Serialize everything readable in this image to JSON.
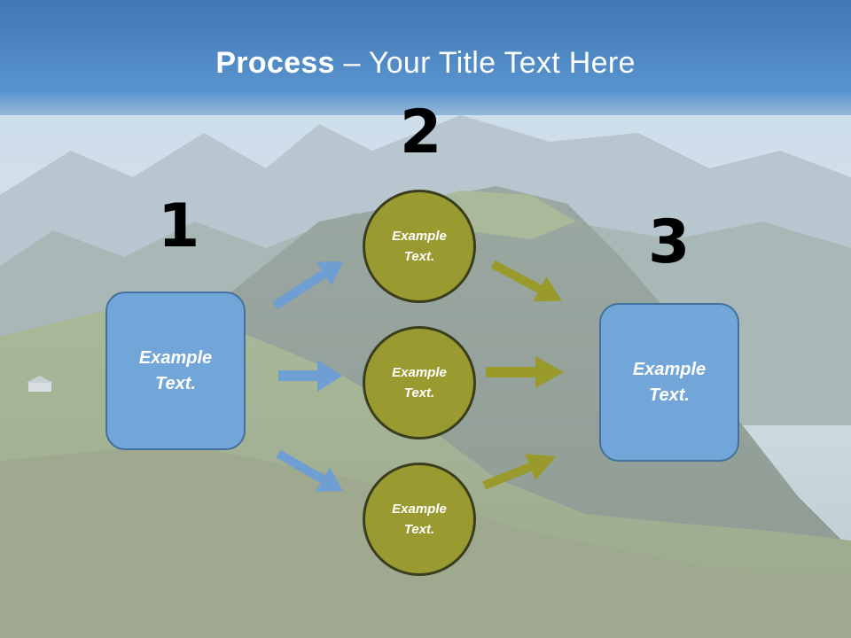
{
  "header": {
    "title_bold": "Process",
    "title_rest": " – Your Title Text Here"
  },
  "steps": {
    "one": "1",
    "two": "2",
    "three": "3"
  },
  "nodes": {
    "left_box": [
      "Example",
      "Text."
    ],
    "circle_top": [
      "Example",
      "Text."
    ],
    "circle_middle": [
      "Example",
      "Text."
    ],
    "circle_bottom": [
      "Example",
      "Text."
    ],
    "right_box": [
      "Example",
      "Text."
    ]
  },
  "colors": {
    "title_bar": "#4a86c5",
    "box_fill": "#72a6d8",
    "box_border": "#41719c",
    "circle_fill": "#999a2f",
    "circle_border": "#3a3e1c",
    "blue_arrow": "#6f9fd2",
    "olive_arrow": "#9a9a2c"
  }
}
